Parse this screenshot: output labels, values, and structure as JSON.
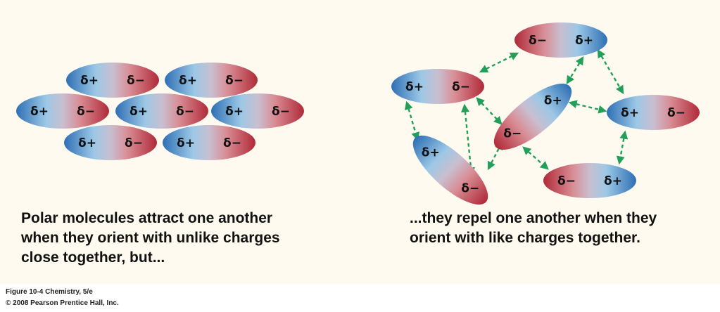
{
  "labels": {
    "plus": "δ+",
    "minus": "δ−"
  },
  "captions": {
    "left": [
      "Polar molecules attract one another",
      "when they orient with unlike charges",
      "close together, but..."
    ],
    "right": [
      "...they repel one another when they",
      "orient with like charges together."
    ]
  },
  "footer": {
    "figure_ref": "Figure 10-4  Chemistry, 5/e",
    "copyright": "© 2008 Pearson Prentice Hall, Inc."
  },
  "colors": {
    "positive_end": "#2e6fb4",
    "negative_end": "#b02a38",
    "arrow": "#22a05a",
    "panel_background": "#fffaf0"
  }
}
